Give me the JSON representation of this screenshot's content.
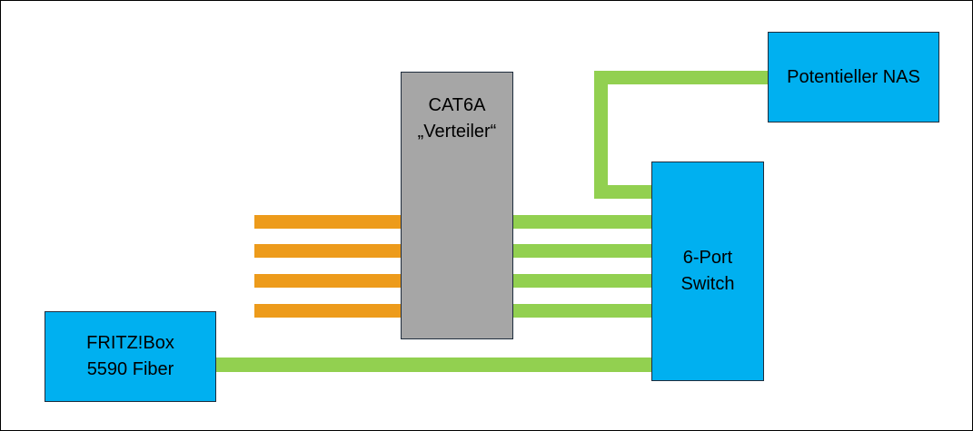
{
  "colors": {
    "device": "#00b0f0",
    "patch_panel": "#a6a6a6",
    "uplink_cable": "#92d050",
    "patch_cable": "#ed9b1b"
  },
  "nodes": {
    "patch_panel": {
      "line1": "CAT6A",
      "line2": "„Verteiler“"
    },
    "nas": {
      "label": "Potentieller NAS"
    },
    "switch": {
      "line1": "6-Port",
      "line2": "Switch"
    },
    "fritzbox": {
      "line1": "FRITZ!Box",
      "line2": "5590 Fiber"
    }
  },
  "links": [
    {
      "from": "patch_panel",
      "to": "switch",
      "count": 4,
      "color": "uplink_cable"
    },
    {
      "from": "wall_ports",
      "to": "patch_panel",
      "count": 4,
      "color": "patch_cable"
    },
    {
      "from": "switch",
      "to": "nas",
      "count": 1,
      "color": "uplink_cable"
    },
    {
      "from": "fritzbox",
      "to": "switch",
      "count": 1,
      "color": "uplink_cable"
    }
  ]
}
